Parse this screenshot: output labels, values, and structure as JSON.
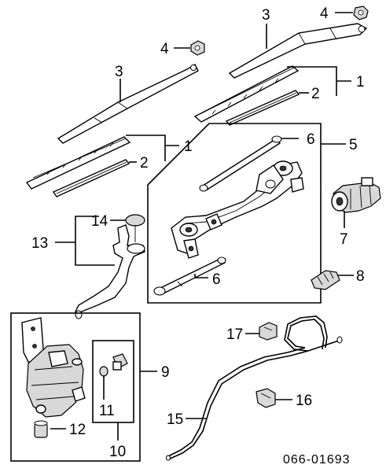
{
  "callouts": {
    "c1_top": "1",
    "c1_left": "1",
    "c2_top": "2",
    "c2_left": "2",
    "c3_top": "3",
    "c3_left": "3",
    "c4_top": "4",
    "c4_left": "4",
    "c5": "5",
    "c6_top": "6",
    "c6_bottom": "6",
    "c7": "7",
    "c8": "8",
    "c9": "9",
    "c10": "10",
    "c11": "11",
    "c12": "12",
    "c13": "13",
    "c14": "14",
    "c15": "15",
    "c16": "16",
    "c17": "17"
  },
  "diagram_code": "066-01693"
}
